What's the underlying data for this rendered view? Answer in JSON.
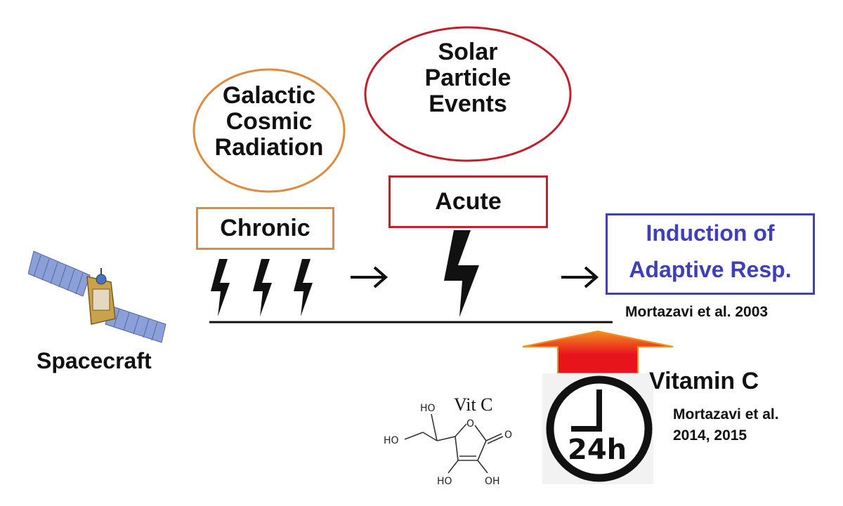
{
  "ovals": {
    "gcr": {
      "label": "Galactic Cosmic Radiation",
      "lines": [
        "Galactic",
        "Cosmic",
        "Radiation"
      ],
      "color": "#e08a3c"
    },
    "spe": {
      "label": "Solar Particle Events",
      "lines": [
        "Solar",
        "Particle",
        "Events"
      ],
      "color": "#c0202b"
    }
  },
  "boxes": {
    "chronic": {
      "label": "Chronic",
      "color": "#e08a3c"
    },
    "acute": {
      "label": "Acute",
      "color": "#c0202b"
    },
    "induction": {
      "lines": [
        "Induction of",
        "Adaptive Resp."
      ],
      "color": "#3f3fb8",
      "text_color": "#3f3fb8"
    }
  },
  "spacecraft": {
    "label": "Spacecraft",
    "icon": "satellite-icon"
  },
  "citations": {
    "c2003": "Mortazavi et al. 2003",
    "c2014_line1": "Mortazavi et al.",
    "c2014_line2": "2014, 2015"
  },
  "vitamin": {
    "label": "Vitamin C",
    "arrow_color": "#e8141b",
    "arrow_edge_color": "#f29020"
  },
  "clock": {
    "label": "24h",
    "icon": "clock-icon"
  },
  "molecule": {
    "title": "Vit C",
    "atoms": {
      "ho_top": "HO",
      "ho_left": "HO",
      "o_ring": "O",
      "o_carbonyl": "O",
      "ho_bottom": "HO",
      "oh_bottom": "OH"
    }
  },
  "icons": {
    "lightning": "lightning-icon",
    "arrow": "arrow-right-icon"
  }
}
